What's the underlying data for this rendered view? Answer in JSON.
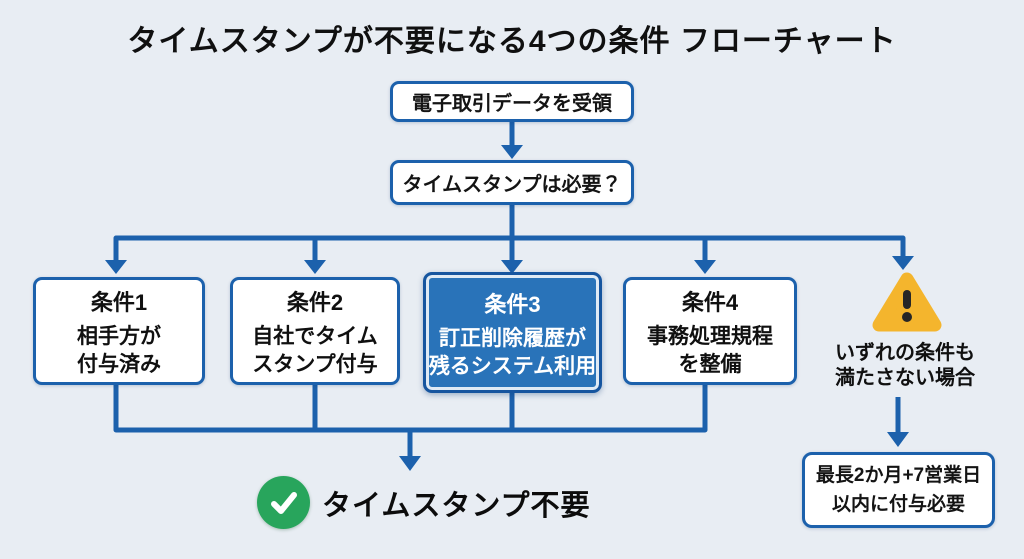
{
  "title": "タイムスタンプが不要になる4つの条件 フローチャート",
  "flow": {
    "start": "電子取引データを受領",
    "question": "タイムスタンプは必要？",
    "conditions": [
      {
        "label": "条件1",
        "lines": [
          "相手方が",
          "付与済み"
        ],
        "highlight": false
      },
      {
        "label": "条件2",
        "lines": [
          "自社でタイム",
          "スタンプ付与"
        ],
        "highlight": false
      },
      {
        "label": "条件3",
        "lines": [
          "訂正削除履歴が",
          "残るシステム利用"
        ],
        "highlight": true
      },
      {
        "label": "条件4",
        "lines": [
          "事務処理規程",
          "を整備"
        ],
        "highlight": false
      }
    ],
    "fail": {
      "lines": [
        "いずれの条件も",
        "満たさない場合"
      ]
    },
    "deadline": {
      "lines": [
        "最長2か月+7営業日",
        "以内に付与必要"
      ]
    },
    "result": "タイムスタンプ不要"
  },
  "icons": {
    "warning": "warning-triangle",
    "success": "check-mark"
  },
  "colors": {
    "accent": "#1c61ac",
    "highlight": "#2973b9",
    "highlight-border": "#16559f",
    "green": "#28a55c",
    "warning": "#f4b52d",
    "background": "#e8edf3",
    "ink": "#101010"
  }
}
